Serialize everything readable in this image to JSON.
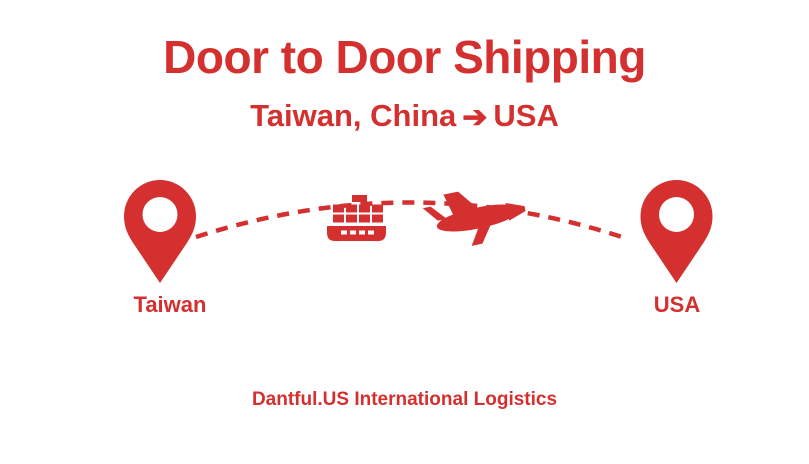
{
  "theme": {
    "accent": "#D3302F",
    "background": "#FFFFFF",
    "icon_hole": "#FFFFFF"
  },
  "header": {
    "title": "Door to Door Shipping",
    "subtitle_origin": "Taiwan, China",
    "subtitle_arrow": "➔",
    "subtitle_destination": "USA"
  },
  "route": {
    "origin": {
      "label": "Taiwan",
      "icon": "map-pin-icon"
    },
    "destination": {
      "label": "USA",
      "icon": "map-pin-icon"
    },
    "path_style": "dashed-arc",
    "transport_modes": [
      {
        "name": "sea-freight",
        "icon": "cargo-ship-icon"
      },
      {
        "name": "air-freight",
        "icon": "airplane-icon"
      }
    ]
  },
  "footer": {
    "company": "Dantful.US International Logistics"
  }
}
